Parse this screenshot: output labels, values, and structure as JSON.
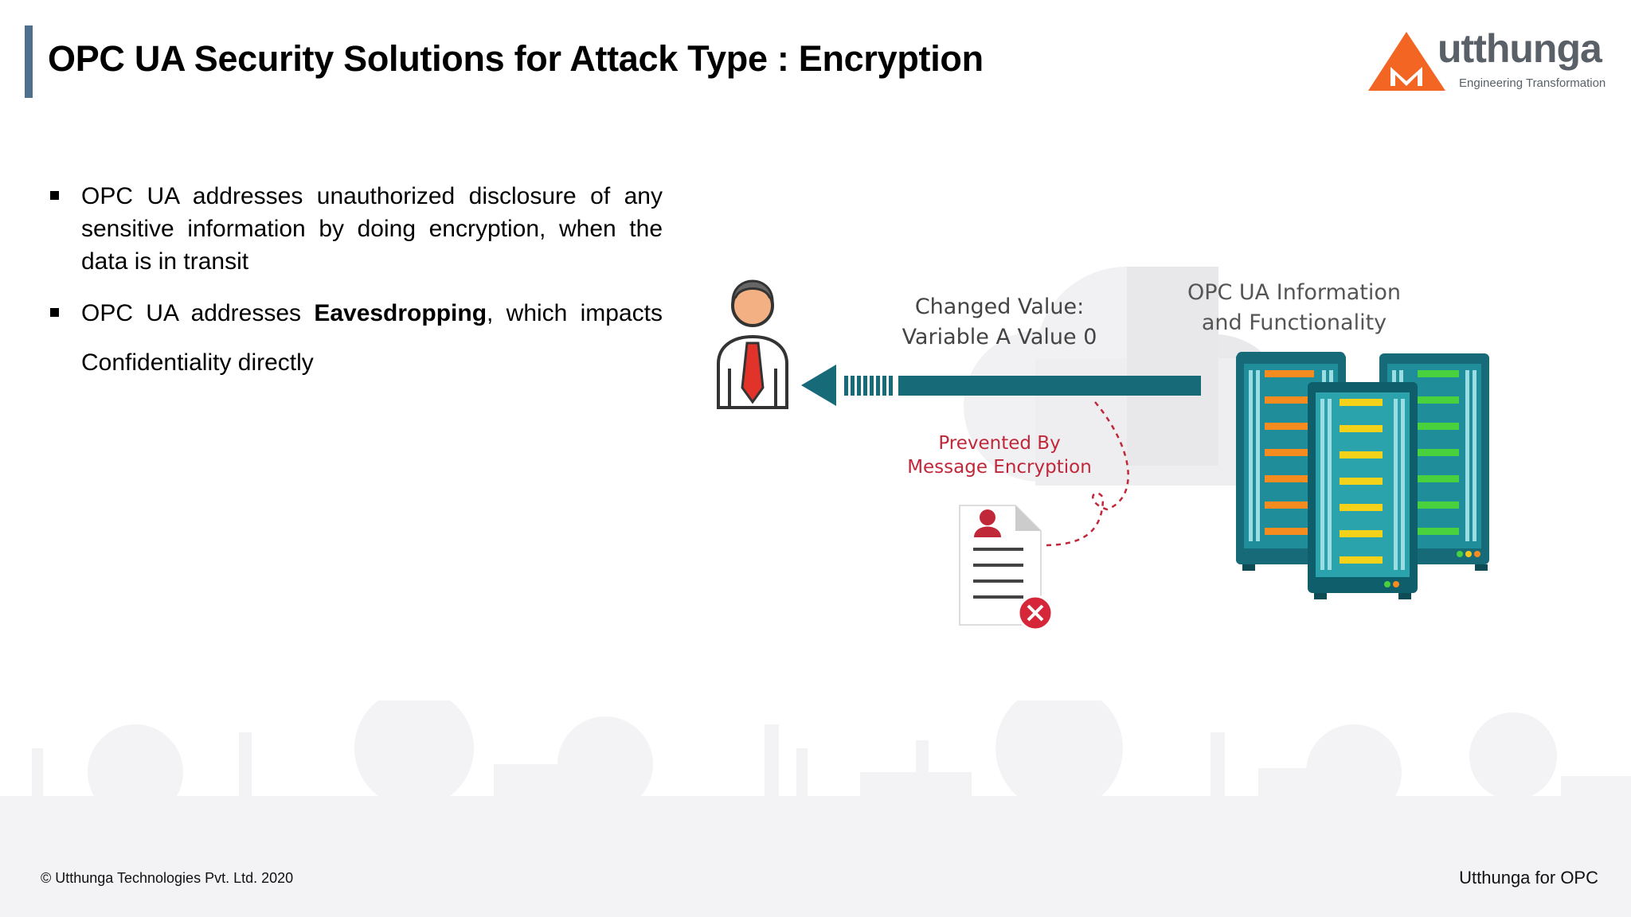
{
  "header": {
    "title": "OPC UA Security Solutions for Attack Type : Encryption"
  },
  "logo": {
    "name": "utthunga",
    "tagline": "Engineering Transformation"
  },
  "bullets": [
    {
      "text": "OPC UA addresses unauthorized disclosure of any sensitive information by  doing encryption, when the data is in transit"
    },
    {
      "prefix": "OPC UA addresses ",
      "bold": "Eavesdropping",
      "suffix": ", which impacts Confidentiality directly"
    }
  ],
  "diagram": {
    "changed_value_line1": "Changed Value:",
    "changed_value_line2": "Variable A Value 0",
    "prevented_line1": "Prevented By",
    "prevented_line2": "Message Encryption",
    "cloud_line1": "OPC UA Information",
    "cloud_line2": "and Functionality"
  },
  "footer": {
    "copyright": "© Utthunga Technologies Pvt. Ltd. 2020",
    "right": "Utthunga for OPC"
  },
  "colors": {
    "accent_bar": "#4f6f8f",
    "logo_orange": "#f26522",
    "arrow_teal": "#176a78",
    "server_teal": "#1f8e9a",
    "alert_red": "#c0283a"
  }
}
